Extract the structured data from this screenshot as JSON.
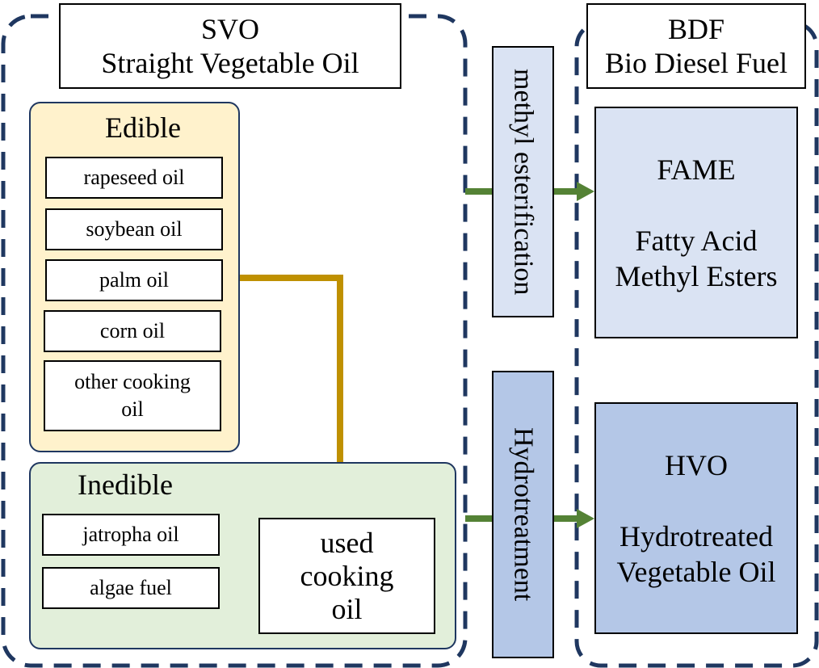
{
  "svo": {
    "abbr": "SVO",
    "full": "Straight Vegetable Oil"
  },
  "bdf": {
    "abbr": "BDF",
    "full": "Bio Diesel Fuel"
  },
  "edible": {
    "label": "Edible",
    "items": [
      "rapeseed oil",
      "soybean oil",
      "palm oil",
      "corn oil",
      "other cooking oil"
    ]
  },
  "inedible": {
    "label": "Inedible",
    "items": [
      "jatropha oil",
      "algae fuel"
    ],
    "used_cooking_oil": "used cooking oil"
  },
  "processes": {
    "esterification": "methyl esterification",
    "hydrotreatment": "Hydrotreatment"
  },
  "fame": {
    "abbr": "FAME",
    "line1": "Fatty Acid",
    "line2": "Methyl Esters"
  },
  "hvo": {
    "abbr": "HVO",
    "line1": "Hydrotreated",
    "line2": "Vegetable Oil"
  },
  "colors": {
    "dash_border": "#1f3760",
    "edible_fill": "#fff2cc",
    "inedible_fill": "#e2efda",
    "fame_fill": "#dae3f3",
    "hvo_fill": "#b4c7e7",
    "green_arrow": "#548235",
    "gold_arrow": "#bf9000"
  }
}
